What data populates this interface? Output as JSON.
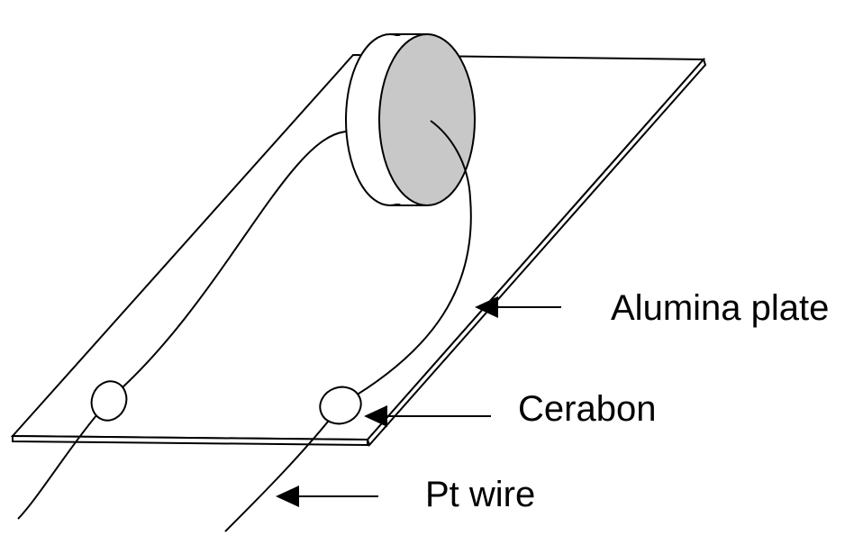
{
  "labels": {
    "alumina_plate": "Alumina plate",
    "cerabon": "Cerabon",
    "pt_wire": "Pt wire"
  },
  "colors": {
    "line": "#000000",
    "disc_face": "#c8c8c8",
    "background": "#ffffff"
  }
}
